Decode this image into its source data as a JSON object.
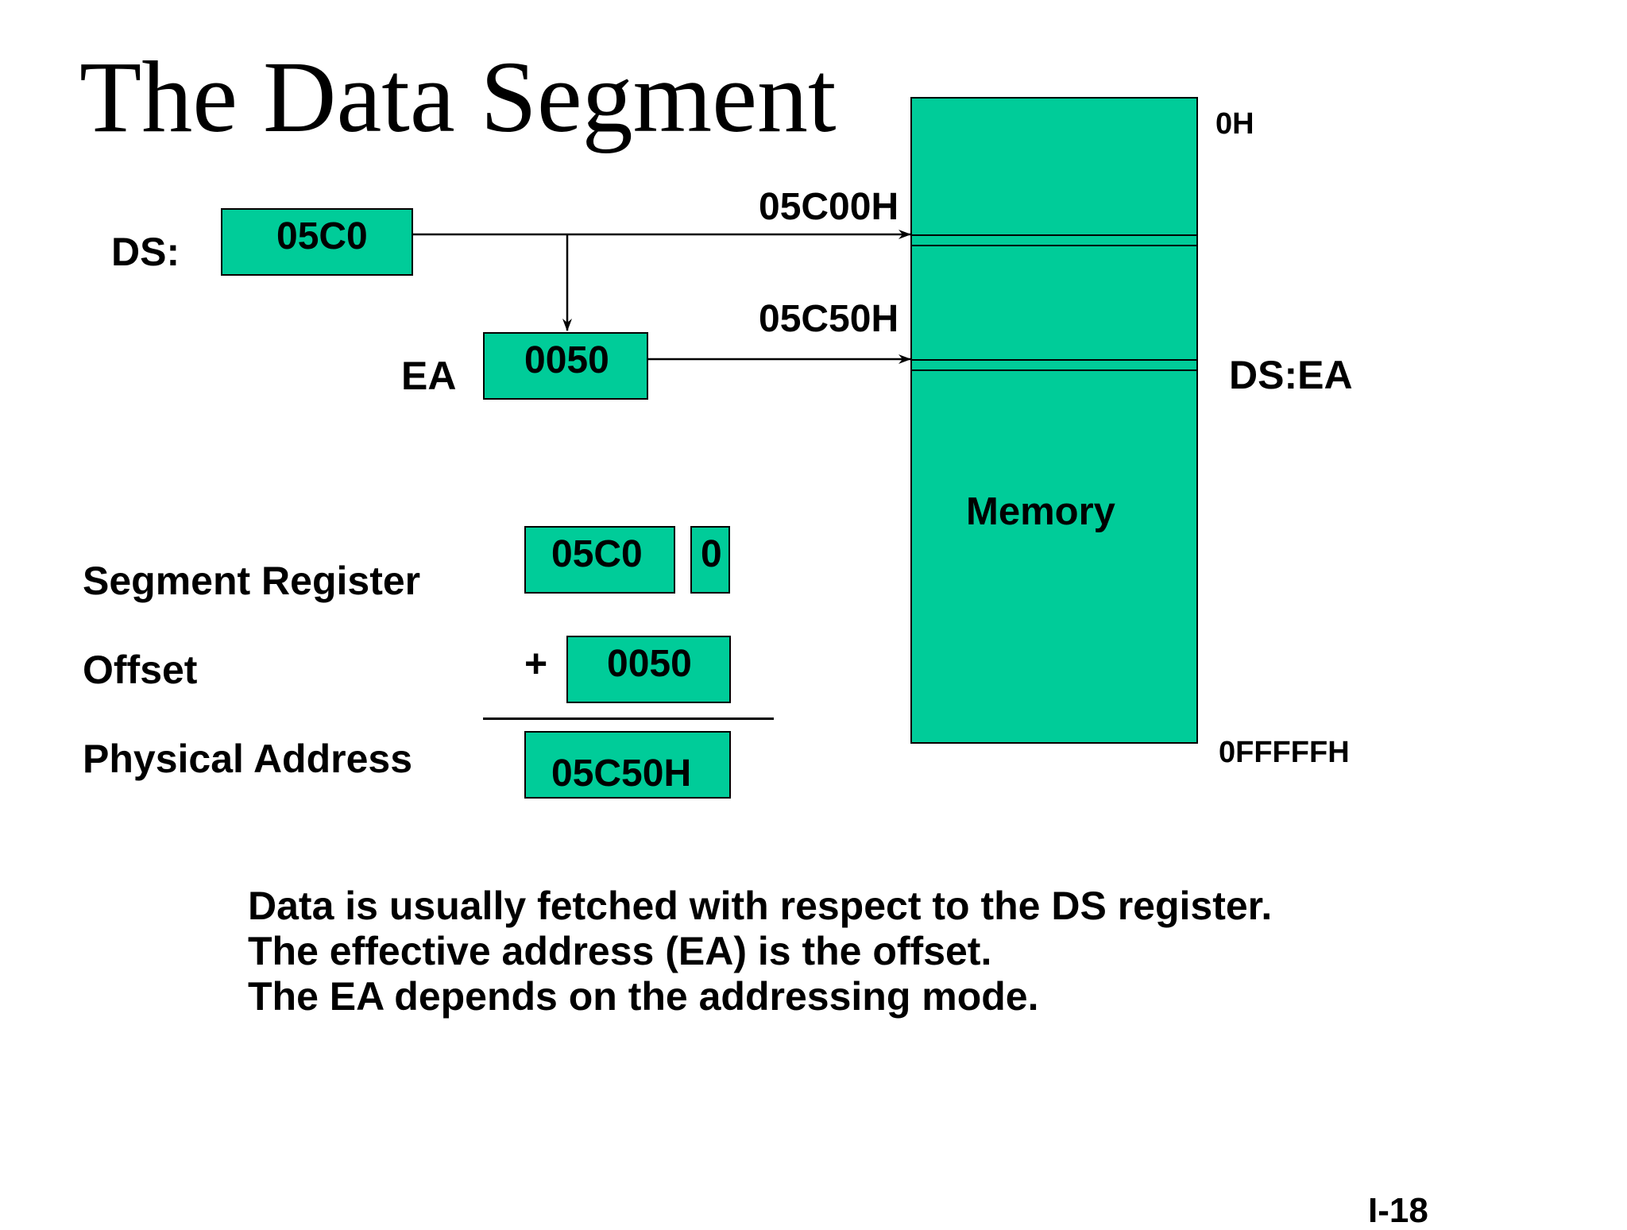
{
  "title": "The Data Segment",
  "registers": {
    "ds_label": "DS:",
    "ds_value": "05C0",
    "ea_label": "EA",
    "ea_value": "0050"
  },
  "addresses": {
    "segment_start": "05C00H",
    "target": "05C50H"
  },
  "memory": {
    "label": "Memory",
    "top_address": "0H",
    "bottom_address": "0FFFFFH",
    "pointer_label": "DS:EA"
  },
  "calculation": {
    "segment_register_label": "Segment Register",
    "segment_value": "05C0",
    "appended_zero": "0",
    "offset_label": "Offset",
    "plus_sign": "+",
    "offset_value": "0050",
    "physical_address_label": "Physical Address",
    "physical_address_value": "05C50H"
  },
  "notes": [
    "Data is usually fetched with respect to the DS register.",
    "The effective address (EA) is the offset.",
    "The EA depends on the addressing mode."
  ],
  "page_number": "I-18",
  "colors": {
    "box_fill": "#00cc99",
    "outline": "#000000",
    "background": "#ffffff"
  }
}
